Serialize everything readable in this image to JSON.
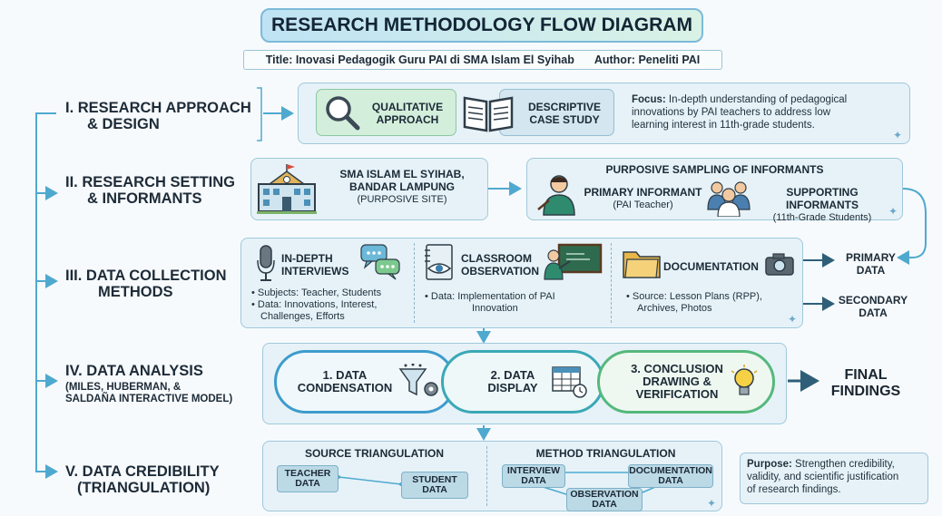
{
  "header": {
    "title": "RESEARCH METHODOLOGY FLOW DIAGRAM",
    "subtitle_title": "Title: Inovasi Pedagogik Guru PAI di SMA Islam El Syihab",
    "subtitle_author": "Author: Peneliti PAI"
  },
  "sections": {
    "s1": {
      "line1": "I. RESEARCH APPROACH",
      "line2": "& DESIGN"
    },
    "s2": {
      "line1": "II. RESEARCH SETTING",
      "line2": "& INFORMANTS"
    },
    "s3": {
      "line1": "III. DATA COLLECTION",
      "line2": "METHODS"
    },
    "s4": {
      "line1": "IV. DATA ANALYSIS",
      "sub1": "(MILES, HUBERMAN, &",
      "sub2": "SALDAÑA INTERACTIVE MODEL)"
    },
    "s5": {
      "line1": "V. DATA CREDIBILITY",
      "line2": "(TRIANGULATION)"
    }
  },
  "approach": {
    "qual1": "QUALITATIVE",
    "qual2": "APPROACH",
    "desc1": "DESCRIPTIVE",
    "desc2": "CASE STUDY",
    "focus_label": "Focus:",
    "focus_l1": "In-depth understanding of pedagogical",
    "focus_l2": "innovations by PAI teachers to address low",
    "focus_l3": "learning interest in 11th-grade students."
  },
  "setting": {
    "school1": "SMA ISLAM EL SYIHAB,",
    "school2": "BANDAR LAMPUNG",
    "school3": "(PURPOSIVE SITE)",
    "sampling_title": "PURPOSIVE SAMPLING OF INFORMANTS",
    "primary1": "PRIMARY INFORMANT",
    "primary2": "(PAI Teacher)",
    "support1": "SUPPORTING INFORMANTS",
    "support2": "(11th-Grade Students)"
  },
  "collection": {
    "int1": "IN-DEPTH",
    "int2": "INTERVIEWS",
    "int_b1": "• Subjects: Teacher, Students",
    "int_b2": "• Data: Innovations, Interest,",
    "int_b3": "Challenges, Efforts",
    "obs1": "CLASSROOM",
    "obs2": "OBSERVATION",
    "obs_b1": "• Data: Implementation of PAI",
    "obs_b2": "Innovation",
    "doc1": "DOCUMENTATION",
    "doc_b1": "• Source: Lesson Plans (RPP),",
    "doc_b2": "Archives, Photos",
    "primary_data1": "PRIMARY",
    "primary_data2": "DATA",
    "secondary_data1": "SECONDARY",
    "secondary_data2": "DATA"
  },
  "analysis": {
    "st1a": "1. DATA",
    "st1b": "CONDENSATION",
    "st2a": "2. DATA",
    "st2b": "DISPLAY",
    "st3a": "3. CONCLUSION",
    "st3b": "DRAWING &",
    "st3c": "VERIFICATION",
    "final1": "FINAL",
    "final2": "FINDINGS"
  },
  "credibility": {
    "source_title": "SOURCE TRIANGULATION",
    "method_title": "METHOD TRIANGULATION",
    "teacher1": "TEACHER",
    "teacher2": "DATA",
    "student1": "STUDENT",
    "student2": "DATA",
    "interview1": "INTERVIEW",
    "interview2": "DATA",
    "documentation1": "DOCUMENTATION",
    "documentation2": "DATA",
    "observation1": "OBSERVATION",
    "observation2": "DATA",
    "purpose_label": "Purpose:",
    "purpose_l1": "Strengthen credibility,",
    "purpose_l2": "validity, and scientific justification",
    "purpose_l3": "of research findings."
  },
  "colors": {
    "flow_line": "#4fa9cf",
    "stage1": "#3d9ccc",
    "stage2": "#3aa8b6",
    "stage3": "#55b87d"
  }
}
